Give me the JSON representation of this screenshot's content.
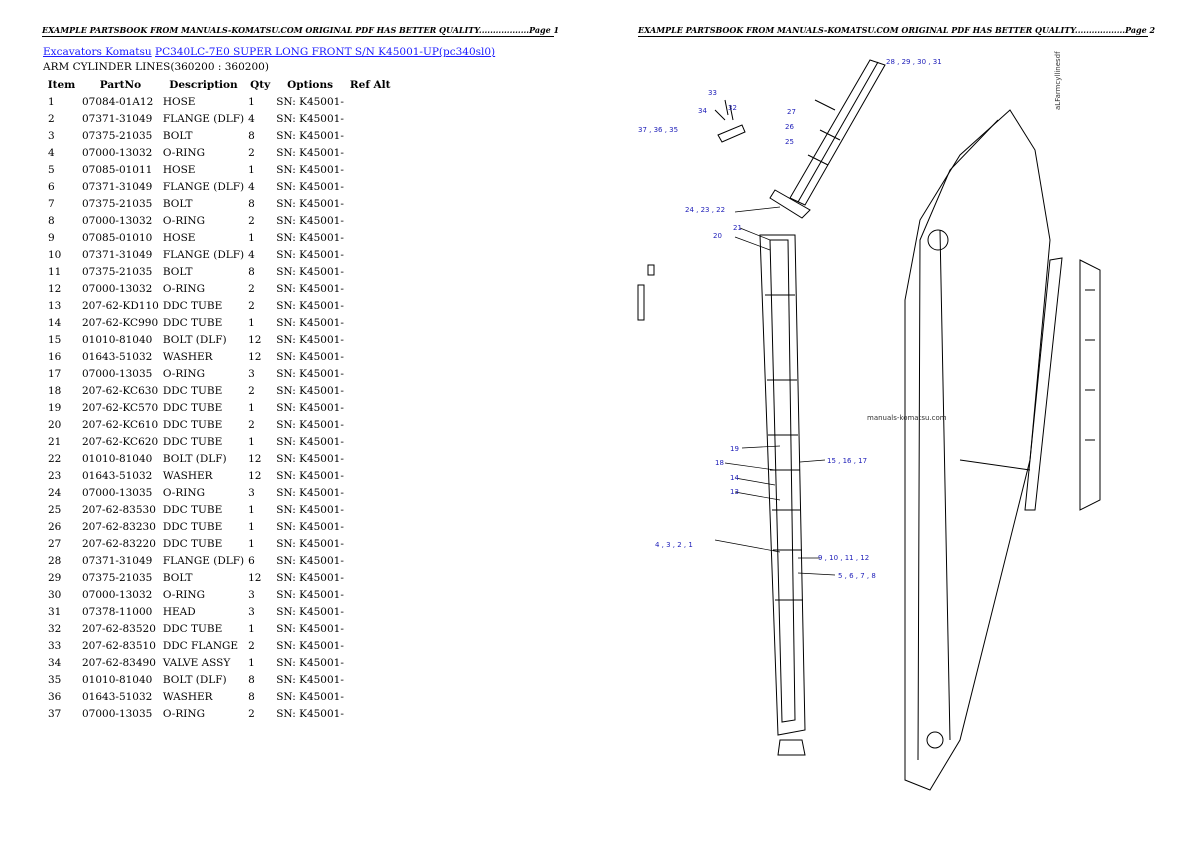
{
  "headers": {
    "page1": "EXAMPLE PARTSBOOK FROM MANUALS-KOMATSU.COM ORIGINAL PDF HAS BETTER QUALITY..................Page 1",
    "page2": "EXAMPLE PARTSBOOK FROM MANUALS-KOMATSU.COM ORIGINAL PDF HAS BETTER QUALITY..................Page 2"
  },
  "breadcrumb": {
    "category": "Excavators Komatsu",
    "model": "PC340LC-7E0 SUPER LONG FRONT S/N K45001-UP(pc340sl0)"
  },
  "section_title": "ARM CYLINDER LINES(360200 : 360200)",
  "table": {
    "columns": [
      "Item",
      "PartNo",
      "Description",
      "Qty",
      "Options",
      "Ref Alt"
    ],
    "rows": [
      [
        "1",
        "07084-01A12",
        "HOSE",
        "1",
        "SN: K45001-",
        ""
      ],
      [
        "2",
        "07371-31049",
        "FLANGE (DLF)",
        "4",
        "SN: K45001-",
        ""
      ],
      [
        "3",
        "07375-21035",
        "BOLT",
        "8",
        "SN: K45001-",
        ""
      ],
      [
        "4",
        "07000-13032",
        "O-RING",
        "2",
        "SN: K45001-",
        ""
      ],
      [
        "5",
        "07085-01011",
        "HOSE",
        "1",
        "SN: K45001-",
        ""
      ],
      [
        "6",
        "07371-31049",
        "FLANGE (DLF)",
        "4",
        "SN: K45001-",
        ""
      ],
      [
        "7",
        "07375-21035",
        "BOLT",
        "8",
        "SN: K45001-",
        ""
      ],
      [
        "8",
        "07000-13032",
        "O-RING",
        "2",
        "SN: K45001-",
        ""
      ],
      [
        "9",
        "07085-01010",
        "HOSE",
        "1",
        "SN: K45001-",
        ""
      ],
      [
        "10",
        "07371-31049",
        "FLANGE (DLF)",
        "4",
        "SN: K45001-",
        ""
      ],
      [
        "11",
        "07375-21035",
        "BOLT",
        "8",
        "SN: K45001-",
        ""
      ],
      [
        "12",
        "07000-13032",
        "O-RING",
        "2",
        "SN: K45001-",
        ""
      ],
      [
        "13",
        "207-62-KD110",
        "DDC TUBE",
        "2",
        "SN: K45001-",
        ""
      ],
      [
        "14",
        "207-62-KC990",
        "DDC TUBE",
        "1",
        "SN: K45001-",
        ""
      ],
      [
        "15",
        "01010-81040",
        "BOLT (DLF)",
        "12",
        "SN: K45001-",
        ""
      ],
      [
        "16",
        "01643-51032",
        "WASHER",
        "12",
        "SN: K45001-",
        ""
      ],
      [
        "17",
        "07000-13035",
        "O-RING",
        "3",
        "SN: K45001-",
        ""
      ],
      [
        "18",
        "207-62-KC630",
        "DDC TUBE",
        "2",
        "SN: K45001-",
        ""
      ],
      [
        "19",
        "207-62-KC570",
        "DDC TUBE",
        "1",
        "SN: K45001-",
        ""
      ],
      [
        "20",
        "207-62-KC610",
        "DDC TUBE",
        "2",
        "SN: K45001-",
        ""
      ],
      [
        "21",
        "207-62-KC620",
        "DDC TUBE",
        "1",
        "SN: K45001-",
        ""
      ],
      [
        "22",
        "01010-81040",
        "BOLT (DLF)",
        "12",
        "SN: K45001-",
        ""
      ],
      [
        "23",
        "01643-51032",
        "WASHER",
        "12",
        "SN: K45001-",
        ""
      ],
      [
        "24",
        "07000-13035",
        "O-RING",
        "3",
        "SN: K45001-",
        ""
      ],
      [
        "25",
        "207-62-83530",
        "DDC TUBE",
        "1",
        "SN: K45001-",
        ""
      ],
      [
        "26",
        "207-62-83230",
        "DDC TUBE",
        "1",
        "SN: K45001-",
        ""
      ],
      [
        "27",
        "207-62-83220",
        "DDC TUBE",
        "1",
        "SN: K45001-",
        ""
      ],
      [
        "28",
        "07371-31049",
        "FLANGE (DLF)",
        "6",
        "SN: K45001-",
        ""
      ],
      [
        "29",
        "07375-21035",
        "BOLT",
        "12",
        "SN: K45001-",
        ""
      ],
      [
        "30",
        "07000-13032",
        "O-RING",
        "3",
        "SN: K45001-",
        ""
      ],
      [
        "31",
        "07378-11000",
        "HEAD",
        "3",
        "SN: K45001-",
        ""
      ],
      [
        "32",
        "207-62-83520",
        "DDC TUBE",
        "1",
        "SN: K45001-",
        ""
      ],
      [
        "33",
        "207-62-83510",
        "DDC FLANGE",
        "2",
        "SN: K45001-",
        ""
      ],
      [
        "34",
        "207-62-83490",
        "VALVE ASSY",
        "1",
        "SN: K45001-",
        ""
      ],
      [
        "35",
        "01010-81040",
        "BOLT (DLF)",
        "8",
        "SN: K45001-",
        ""
      ],
      [
        "36",
        "01643-51032",
        "WASHER",
        "8",
        "SN: K45001-",
        ""
      ],
      [
        "37",
        "07000-13035",
        "O-RING",
        "2",
        "SN: K45001-",
        ""
      ]
    ]
  },
  "diagram": {
    "watermark": "manuals-komatsu.com",
    "file_label": "aLFarmcyllinesdf",
    "callouts": {
      "c1": "28 , 29 , 30 , 31",
      "c2": "33",
      "c3": "32",
      "c4": "34",
      "c5": "37 , 36 , 35",
      "c6": "27",
      "c7": "26",
      "c8": "25",
      "c9": "24 , 23 , 22",
      "c10": "21",
      "c11": "20",
      "c12": "19",
      "c13": "18",
      "c14": "14",
      "c15": "13",
      "c16": "15 , 16 , 17",
      "c17": "4 , 3 , 2 , 1",
      "c18": "9 , 10 , 11 , 12",
      "c19": "5 , 6 , 7 , 8"
    }
  }
}
